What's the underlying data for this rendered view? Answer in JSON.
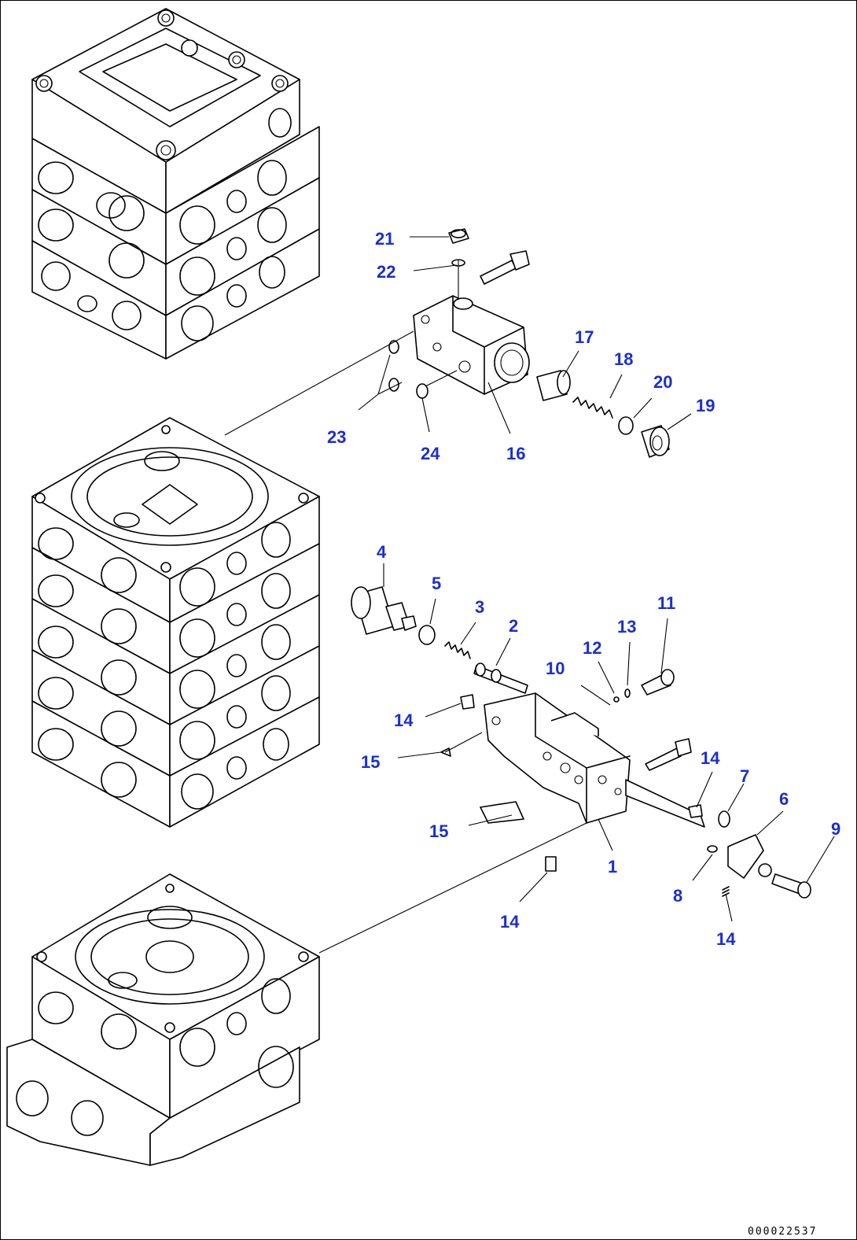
{
  "diagram": {
    "ink_color": "#000000",
    "label_color": "#1a2fd0",
    "background": "#ffffff",
    "labels": [
      {
        "id": "l21",
        "text": "21"
      },
      {
        "id": "l22",
        "text": "22"
      },
      {
        "id": "l17",
        "text": "17"
      },
      {
        "id": "l18",
        "text": "18"
      },
      {
        "id": "l20",
        "text": "20"
      },
      {
        "id": "l19",
        "text": "19"
      },
      {
        "id": "l23",
        "text": "23"
      },
      {
        "id": "l24",
        "text": "24"
      },
      {
        "id": "l16",
        "text": "16"
      },
      {
        "id": "l4",
        "text": "4"
      },
      {
        "id": "l5",
        "text": "5"
      },
      {
        "id": "l3",
        "text": "3"
      },
      {
        "id": "l2",
        "text": "2"
      },
      {
        "id": "l11",
        "text": "11"
      },
      {
        "id": "l13",
        "text": "13"
      },
      {
        "id": "l12",
        "text": "12"
      },
      {
        "id": "l10",
        "text": "10"
      },
      {
        "id": "l14a",
        "text": "14"
      },
      {
        "id": "l15a",
        "text": "15"
      },
      {
        "id": "l14b",
        "text": "14"
      },
      {
        "id": "l7",
        "text": "7"
      },
      {
        "id": "l6",
        "text": "6"
      },
      {
        "id": "l9",
        "text": "9"
      },
      {
        "id": "l15b",
        "text": "15"
      },
      {
        "id": "l1",
        "text": "1"
      },
      {
        "id": "l8",
        "text": "8"
      },
      {
        "id": "l14c",
        "text": "14"
      },
      {
        "id": "l14d",
        "text": "14"
      }
    ],
    "reference_code": "000022537"
  }
}
